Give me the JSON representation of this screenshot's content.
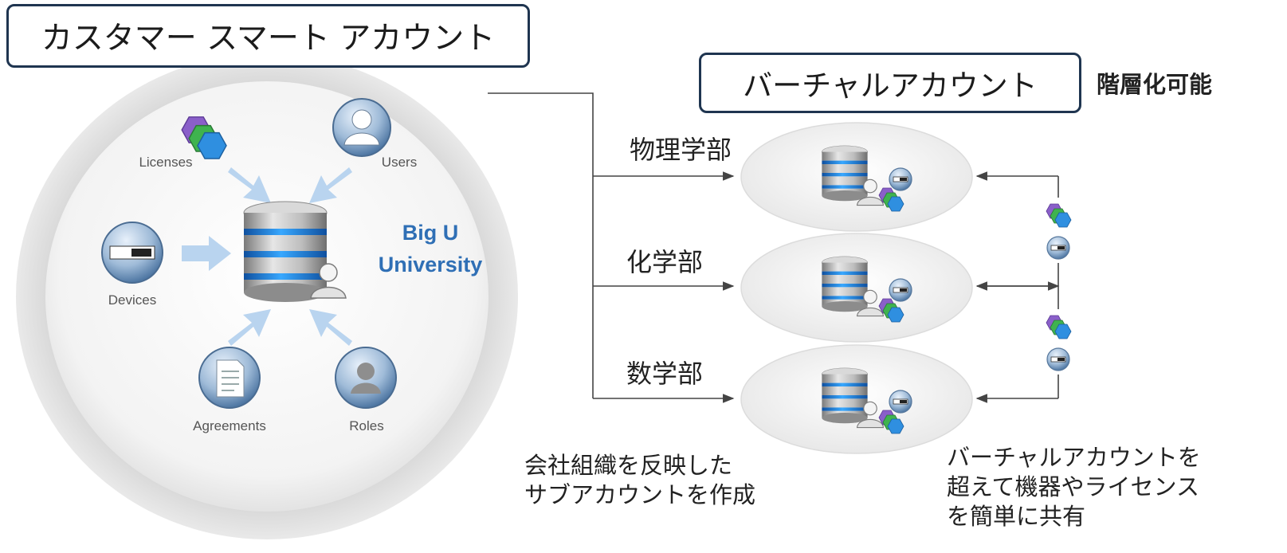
{
  "main_title": "カスタマー スマート アカウント",
  "virtual_title": "バーチャルアカウント",
  "hierarchy_note": "階層化可能",
  "account": {
    "name_line1": "Big U",
    "name_line2": "University",
    "licenses": "Licenses",
    "users": "Users",
    "devices": "Devices",
    "agreements": "Agreements",
    "roles": "Roles"
  },
  "departments": [
    "物理学部",
    "化学部",
    "数学部"
  ],
  "note_left": [
    "会社組織を反映した",
    "サブアカウントを作成"
  ],
  "note_right": [
    "バーチャルアカウントを",
    "超えて機器やライセンス",
    "を簡単に共有"
  ],
  "colors": {
    "frame": "#1f3550",
    "accent_blue": "#2f6fb5",
    "arrow_light": "#b9d4ef"
  }
}
